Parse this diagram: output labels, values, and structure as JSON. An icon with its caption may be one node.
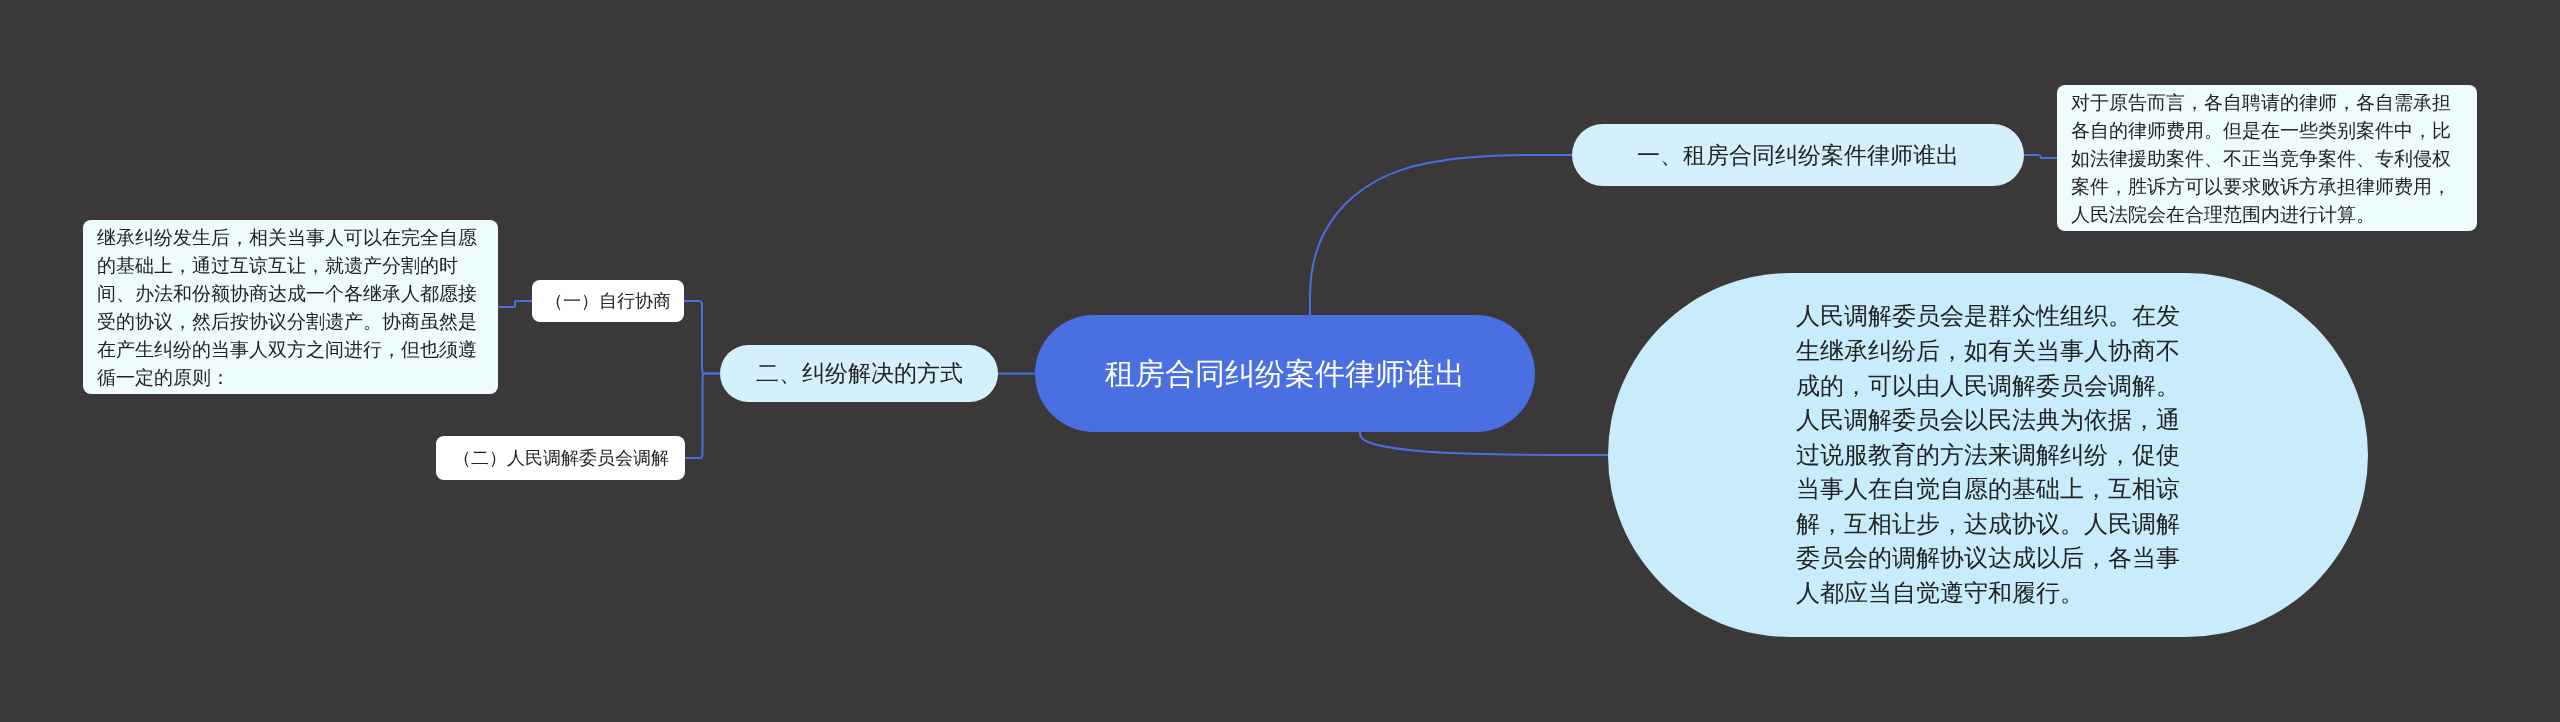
{
  "diagram": {
    "nodes": [
      {
        "text": [
          "租房合同纠纷案件律师谁出"
        ]
      },
      {
        "text": [
          "一、租房合同纠纷案件律师谁出"
        ]
      },
      {
        "text": [
          "对于原告而言，各自聘请的律师，各自需承担各自的律师费用。但是在一些类别案件中，比如法律援助案件、不正当竞争案件、专利侵权案件，胜诉方可以要求败诉方承担律师费用，人民法院会在合理范围内进行计算。"
        ]
      },
      {
        "text": [
          "人民调解委员会是群众性组织。在发生继承纠纷后，如有关当事人协商不成的，可以由人民调解委员会调解。人民调解委员会以民法典为依据，通过说服教育的方法来调解纠纷，促使当事人在自觉自愿的基础上，互相谅解，互相让步，达成协议。人民调解委员会的调解协议达成以后，各当事人都应当自觉遵守和履行。"
        ]
      },
      {
        "text": [
          "二、纠纷解决的方式"
        ]
      },
      {
        "text": [
          "（一）自行协商"
        ]
      },
      {
        "text": [
          "继承纠纷发生后，相关当事人可以在完全自愿的基础上，通过互谅互让，就遗产分割的时间、办法和份额协商达成一个各继承人都愿接受的协议，然后按协议分割遗产。协商虽然是在产生纠纷的当事人双方之间进行，但也须遵循一定的原则："
        ]
      },
      {
        "text": [
          "（二）人民调解委员会调解"
        ]
      }
    ],
    "edges": [
      {
        "from": 0,
        "to": 1,
        "arrow": "none"
      },
      {
        "from": 1,
        "to": 2,
        "arrow": "none"
      },
      {
        "from": 0,
        "to": 3,
        "arrow": "none"
      },
      {
        "from": 0,
        "to": 4,
        "arrow": "none"
      },
      {
        "from": 4,
        "to": 5,
        "arrow": "none"
      },
      {
        "from": 5,
        "to": 6,
        "arrow": "none"
      },
      {
        "from": 4,
        "to": 7,
        "arrow": "none"
      }
    ]
  }
}
